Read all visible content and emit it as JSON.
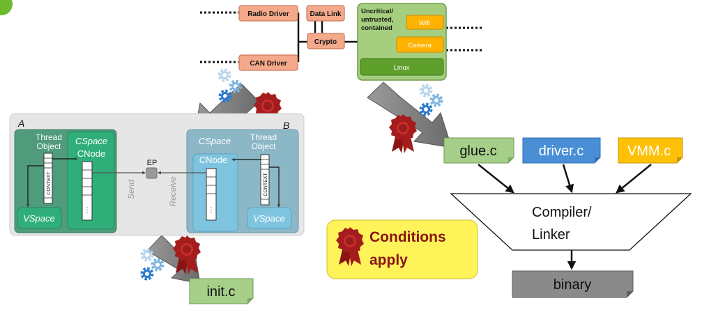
{
  "system": {
    "radio_driver": "Radio Driver",
    "data_link": "Data Link",
    "crypto": "Crypto",
    "can_driver": "CAN Driver",
    "uncritical_line1": "Uncritical/",
    "uncritical_line2": "untrusted,",
    "uncritical_line3": "contained",
    "wifi": "Wifi",
    "camera": "Camera",
    "linux": "Linux"
  },
  "capdl": {
    "label_a": "A",
    "label_b": "B",
    "thread_object_line1": "Thread",
    "thread_object_line2": "Object",
    "cspace": "CSpace",
    "cnode": "CNode",
    "context": "CONTEXT",
    "vspace": "VSpace",
    "ep": "EP",
    "send": "Send",
    "receive": "Receive"
  },
  "files": {
    "glue": "glue.c",
    "driver": "driver.c",
    "vmm": "VMM.c",
    "init": "init.c"
  },
  "compiler": {
    "line1": "Compiler/",
    "line2": "Linker"
  },
  "binary": "binary",
  "conditions": {
    "line1": "Conditions",
    "line2": "apply"
  },
  "colors": {
    "driver_box": "#f4a98a",
    "linux_green": "#8bc34a",
    "yellow_app": "#ffc107",
    "capdl_green": "#3aa67c",
    "capdl_blue": "#7ab8d0",
    "file_green": "#a6d08a",
    "file_blue": "#4a8fd6",
    "file_yellow": "#ffc107",
    "binary_gray": "#8a8a8a",
    "conditions_yellow": "#fff35a",
    "seal_red": "#9b1c1c",
    "gear_blue": "#2e7bcf"
  }
}
